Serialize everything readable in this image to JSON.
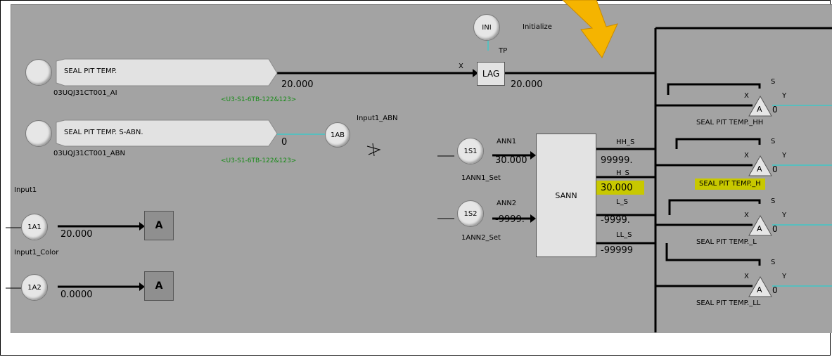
{
  "tags": {
    "seal_pit_temp": "SEAL PIT TEMP.",
    "seal_pit_temp_id": "03UQJ31CT001_AI",
    "seal_pit_temp_val": "20.000",
    "seal_pit_temp_ref": "<U3-S1-6TB-122&123>",
    "seal_pit_abn": "SEAL PIT TEMP. S-ABN.",
    "seal_pit_abn_id": "03UQJ31CT001_ABN",
    "seal_pit_abn_val": "0",
    "seal_pit_abn_ref": "<U3-S1-6TB-122&123>",
    "input1_abn": "Input1_ABN",
    "circle_1ab": "1AB",
    "input1": "Input1",
    "circle_1a1": "1A1",
    "input1_val": "20.000",
    "input1_color": "Input1_Color",
    "circle_1a2": "1A2",
    "input2_val": "0.0000",
    "a_label": "A"
  },
  "blocks": {
    "ini": "INI",
    "initialize": "Initialize",
    "tp": "TP",
    "x": "X",
    "lag": "LAG",
    "lag_val": "20.000",
    "s1": "1S1",
    "ann1": "ANN1",
    "ann1_val": "30.000",
    "ann1_set": "1ANN1_Set",
    "s2": "1S2",
    "ann2": "ANN2",
    "ann2_val": "-9999.",
    "ann2_set": "1ANN2_Set",
    "sann": "SANN",
    "hh_s": "HH_S",
    "hh_val": "99999.",
    "h_s": "H_S",
    "h_val": "30.000",
    "l_s": "L_S",
    "l_val": "-9999.",
    "ll_s": "LL_S",
    "ll_val": "-99999"
  },
  "alarms": [
    {
      "s": "S",
      "x": "X",
      "y": "Y",
      "a": "A",
      "zero": "0",
      "label": "SEAL PIT TEMP._HH"
    },
    {
      "s": "S",
      "x": "X",
      "y": "Y",
      "a": "A",
      "zero": "0",
      "label": "SEAL PIT TEMP._H"
    },
    {
      "s": "S",
      "x": "X",
      "y": "Y",
      "a": "A",
      "zero": "0",
      "label": "SEAL PIT TEMP._L"
    },
    {
      "s": "S",
      "x": "X",
      "y": "Y",
      "a": "A",
      "zero": "0",
      "label": "SEAL PIT TEMP._LL"
    }
  ],
  "colors": {
    "canvas": "#a3a3a3",
    "highlight": "#c8c800",
    "arrow": "#f5b400",
    "signal": "#3fc8c8",
    "ref_text": "#158a15"
  }
}
